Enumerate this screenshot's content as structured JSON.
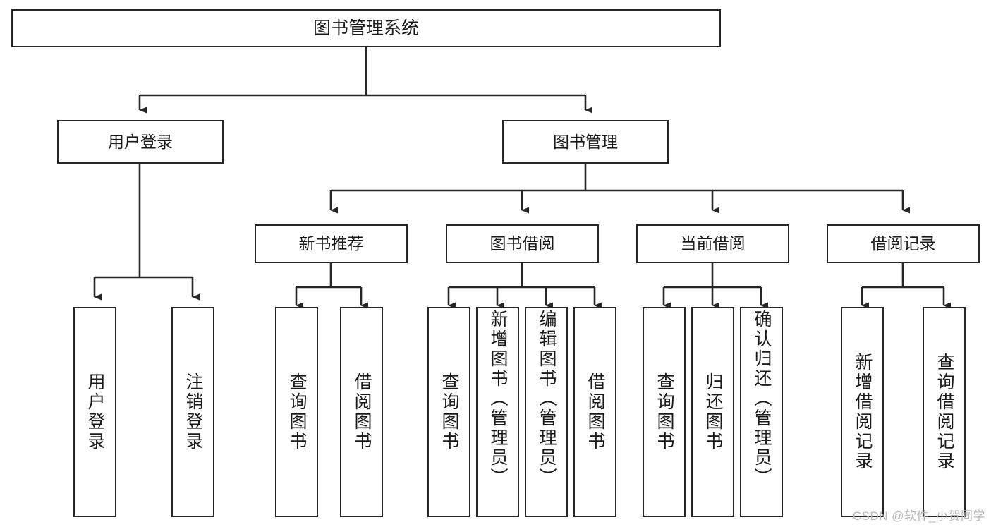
{
  "diagram": {
    "type": "hierarchy-tree",
    "title": "图书管理系统",
    "root": {
      "id": "root",
      "label": "图书管理系统"
    },
    "level2": [
      {
        "id": "user-login",
        "label": "用户登录"
      },
      {
        "id": "book-manage",
        "label": "图书管理"
      }
    ],
    "level3": [
      {
        "id": "new-book-rec",
        "label": "新书推荐",
        "parent": "book-manage"
      },
      {
        "id": "book-borrow",
        "label": "图书借阅",
        "parent": "book-manage"
      },
      {
        "id": "current-borrow",
        "label": "当前借阅",
        "parent": "book-manage"
      },
      {
        "id": "borrow-record",
        "label": "借阅记录",
        "parent": "book-manage"
      }
    ],
    "leaves": [
      {
        "id": "leaf-user-login",
        "label": "用户登录",
        "parent": "user-login"
      },
      {
        "id": "leaf-logout",
        "label": "注销登录",
        "parent": "user-login"
      },
      {
        "id": "leaf-query-book-1",
        "label": "查询图书",
        "parent": "new-book-rec"
      },
      {
        "id": "leaf-borrow-book-1",
        "label": "借阅图书",
        "parent": "new-book-rec"
      },
      {
        "id": "leaf-query-book-2",
        "label": "查询图书",
        "parent": "book-borrow"
      },
      {
        "id": "leaf-add-book",
        "label": "新增图书（管理员）",
        "parent": "book-borrow"
      },
      {
        "id": "leaf-edit-book",
        "label": "编辑图书（管理员）",
        "parent": "book-borrow"
      },
      {
        "id": "leaf-borrow-book-2",
        "label": "借阅图书",
        "parent": "book-borrow"
      },
      {
        "id": "leaf-query-book-3",
        "label": "查询图书",
        "parent": "current-borrow"
      },
      {
        "id": "leaf-return-book",
        "label": "归还图书",
        "parent": "current-borrow"
      },
      {
        "id": "leaf-confirm-return",
        "label": "确认归还（管理员）",
        "parent": "current-borrow"
      },
      {
        "id": "leaf-add-record",
        "label": "新增借阅记录",
        "parent": "borrow-record"
      },
      {
        "id": "leaf-query-record",
        "label": "查询借阅记录",
        "parent": "borrow-record"
      }
    ]
  },
  "watermark": {
    "text": "CSDN @软件_小贺同学"
  },
  "colors": {
    "stroke": "#262626",
    "fill": "#ffffff",
    "text": "#1a1a1a",
    "watermark": "#b8b8b8"
  }
}
